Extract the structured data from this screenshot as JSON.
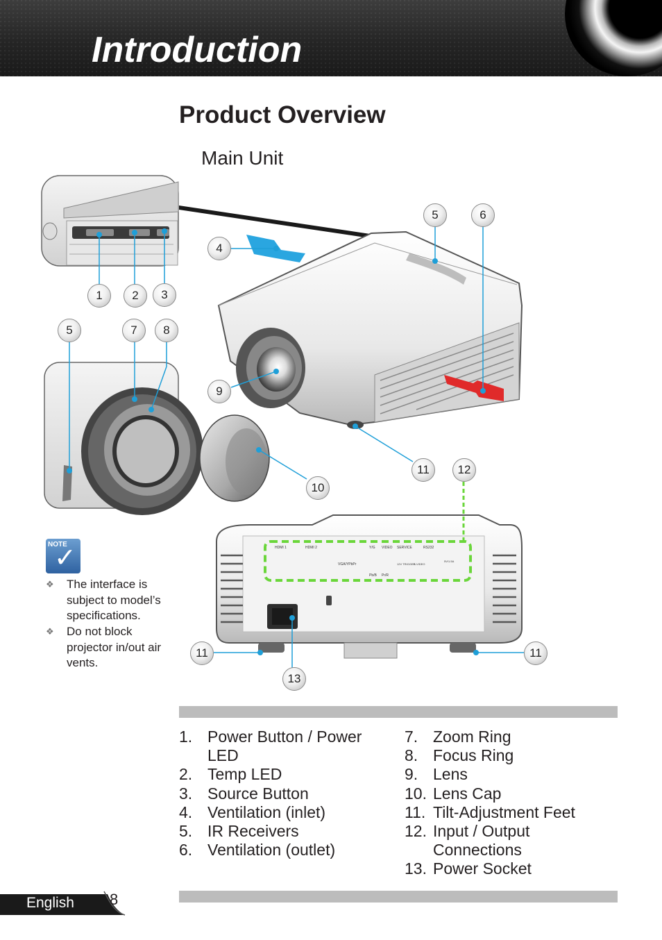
{
  "header": {
    "title": "Introduction"
  },
  "section_title": "Product Overview",
  "subsection_title": "Main Unit",
  "callouts": {
    "c1": "1",
    "c2": "2",
    "c3": "3",
    "c4": "4",
    "c5a": "5",
    "c5b": "5",
    "c6": "6",
    "c7": "7",
    "c8": "8",
    "c9": "9",
    "c10": "10",
    "c11a": "11",
    "c11b": "11",
    "c11c": "11",
    "c12": "12",
    "c13": "13"
  },
  "panel_labels": {
    "hdmi1": "HDMI 1",
    "hdmi2": "HDMI 2",
    "vga": "VGA/YPbPr",
    "y": "Y/G",
    "video": "VIDEO",
    "service": "SERVICE",
    "rs232": "RS232",
    "pb": "Pb/B",
    "pr": "Pr/R",
    "trigger": "12V TRIGGER",
    "svideo": "S-VIDEO",
    "usb": "5V/1.5A"
  },
  "note": {
    "label": "NOTE",
    "items": [
      "The interface is subject to model’s specifications.",
      "Do not block projector in/out air vents."
    ]
  },
  "legend_left": [
    {
      "num": "1.",
      "text": "Power Button / Power LED"
    },
    {
      "num": "2.",
      "text": "Temp LED"
    },
    {
      "num": "3.",
      "text": "Source Button"
    },
    {
      "num": "4.",
      "text": "Ventilation (inlet)"
    },
    {
      "num": "5.",
      "text": "IR Receivers"
    },
    {
      "num": "6.",
      "text": "Ventilation (outlet)"
    }
  ],
  "legend_right": [
    {
      "num": "7.",
      "text": "Zoom Ring"
    },
    {
      "num": "8.",
      "text": "Focus Ring"
    },
    {
      "num": "9.",
      "text": "Lens"
    },
    {
      "num": "10.",
      "text": "Lens Cap"
    },
    {
      "num": "11.",
      "text": "Tilt-Adjustment Feet"
    },
    {
      "num": "12.",
      "text": "Input / Output Connections"
    },
    {
      "num": "13.",
      "text": "Power Socket"
    }
  ],
  "footer": {
    "language": "English",
    "page": "8"
  },
  "colors": {
    "accent_blue": "#1f9fd8",
    "inlet_blue": "#2aa6e0",
    "outlet_red": "#e02a2a",
    "highlight_green": "#6ad63a"
  }
}
